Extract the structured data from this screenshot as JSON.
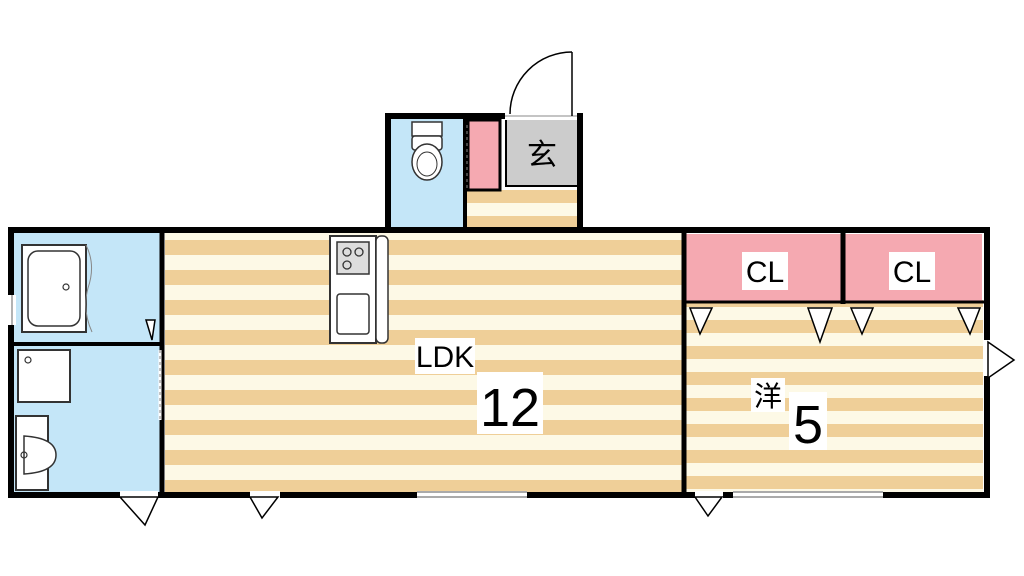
{
  "rooms": {
    "entrance": {
      "label": "玄"
    },
    "ldk": {
      "label": "LDK",
      "size": "12"
    },
    "western": {
      "label": "洋",
      "size": "5"
    },
    "closet_1": {
      "label": "CL"
    },
    "closet_2": {
      "label": "CL"
    }
  },
  "colors": {
    "wall": "#000000",
    "floor_wood_stripe": "#efcf98",
    "floor_wood_light": "#fdf9e6",
    "wet_area": "#c4e6f8",
    "closet": "#f5a9b1",
    "entrance_tile": "#cccccc",
    "fixture_fill": "#ffffff",
    "fixture_stroke": "#333333"
  }
}
